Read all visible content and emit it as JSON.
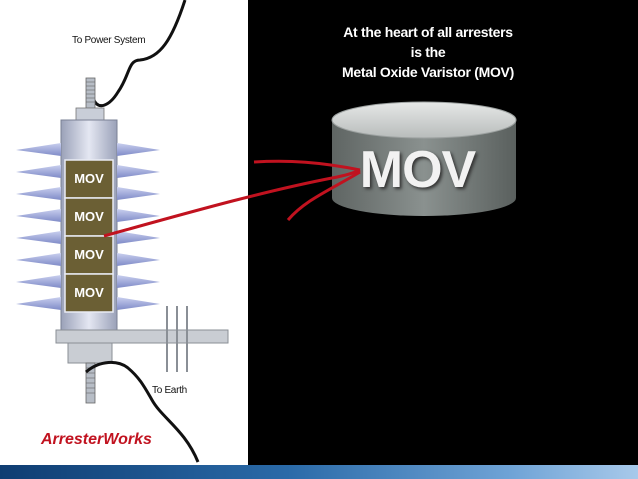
{
  "heading": {
    "line1": "At the heart of all arresters",
    "line2": "is the",
    "line3": "Metal Oxide Varistor (MOV)"
  },
  "labels": {
    "power": "To Power System",
    "earth": "To Earth"
  },
  "stack_blocks": [
    "MOV",
    "MOV",
    "MOV",
    "MOV"
  ],
  "big_mov": "MOV",
  "brand": "ArresterWorks",
  "colors": {
    "left_background": "#ffffff",
    "right_background": "#000000",
    "mov_block": "#6b5f34",
    "insulator_shed": "#9aa4d6",
    "connector_line": "#c1121f",
    "brand": "#c1121f",
    "cylinder": "#7f8684"
  }
}
